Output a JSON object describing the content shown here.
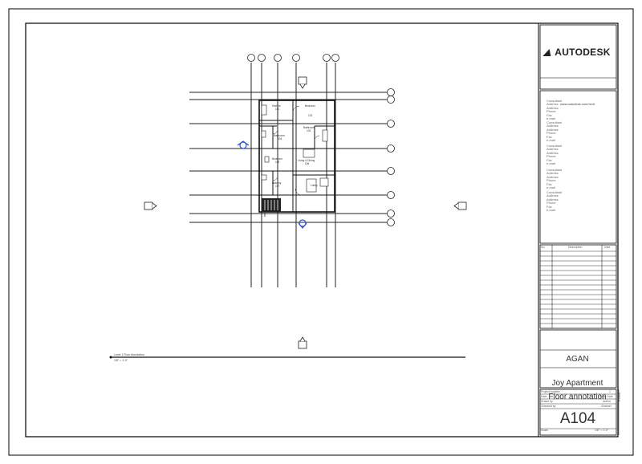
{
  "titleblock": {
    "logo_text": "AUTODESK",
    "website": "www.autodesk.com/revit",
    "consultants": [
      [
        "Consultant",
        "Address",
        "Address",
        "Phone",
        "Fax",
        "e-mail"
      ],
      [
        "Consultant",
        "Address",
        "Address",
        "Phone",
        "Fax",
        "e-mail"
      ],
      [
        "Consultant",
        "Address",
        "Address",
        "Phone",
        "Fax",
        "e-mail"
      ],
      [
        "Consultant",
        "Address",
        "Address",
        "Phone",
        "Fax",
        "e-mail"
      ],
      [
        "Consultant",
        "Address",
        "Address",
        "Phone",
        "Fax",
        "e-mail"
      ]
    ],
    "revision_headers": [
      "No.",
      "Description",
      "Date"
    ],
    "project_owner": "AGAN",
    "project_name": "Joy Apartment",
    "sheet_name": "Floor annotation",
    "info_rows": [
      [
        "Project number",
        "1"
      ],
      [
        "Date",
        "Issue Date"
      ],
      [
        "Drawn by",
        "Author"
      ],
      [
        "Checked by",
        "Checker"
      ]
    ],
    "sheet_number": "A104",
    "scale_label": "Scale",
    "scale_value": "1/8\" = 1'-0\"",
    "side_date": "Printed"
  },
  "view": {
    "title": "Level 1 Floor Annotation",
    "scale_note": "1/8\" = 1'-0\"",
    "rooms": [
      {
        "name": "Kitchen",
        "num": "101"
      },
      {
        "name": "Bedroom",
        "num": "102"
      },
      {
        "name": "Bathroom",
        "num": "103"
      },
      {
        "name": "Bathroom",
        "num": "104"
      },
      {
        "name": "Bedroom",
        "num": "105"
      },
      {
        "name": "Living & Dining",
        "num": "106"
      },
      {
        "name": "Balcony",
        "num": "107"
      },
      {
        "name": "Lobby",
        "num": "108"
      }
    ]
  }
}
